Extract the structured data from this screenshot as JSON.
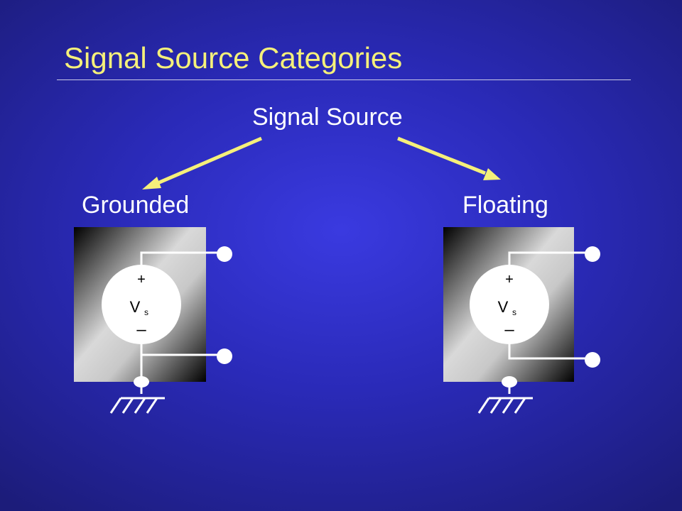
{
  "slide": {
    "title": "Signal Source Categories"
  },
  "diagram": {
    "root_label": "Signal Source",
    "left_label": "Grounded",
    "right_label": "Floating",
    "source_symbol": "V",
    "source_subscript": "s",
    "plus_sign": "+",
    "minus_sign": "–",
    "colors": {
      "title": "#f5f07a",
      "arrow": "#f5f07a",
      "wire": "#ffffff",
      "background": "#2a2ab8"
    }
  }
}
